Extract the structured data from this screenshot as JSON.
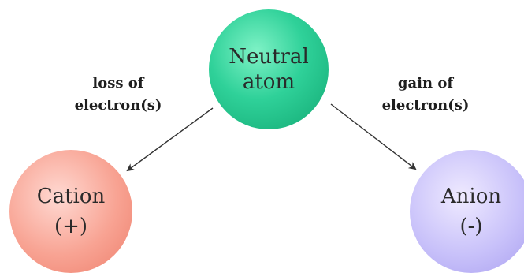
{
  "nodes": {
    "neutral": {
      "line1": "Neutral",
      "line2": "atom"
    },
    "cation": {
      "line1": "Cation",
      "line2": "(+)"
    },
    "anion": {
      "line1": "Anion",
      "line2": "(-)"
    }
  },
  "edges": {
    "loss": {
      "line1": "loss of",
      "line2": "electron(s)"
    },
    "gain": {
      "line1": "gain of",
      "line2": "electron(s)"
    }
  },
  "colors": {
    "neutral": "#2fd199",
    "cation": "#f8a393",
    "anion": "#c9c2fa",
    "arrow": "#333333"
  }
}
